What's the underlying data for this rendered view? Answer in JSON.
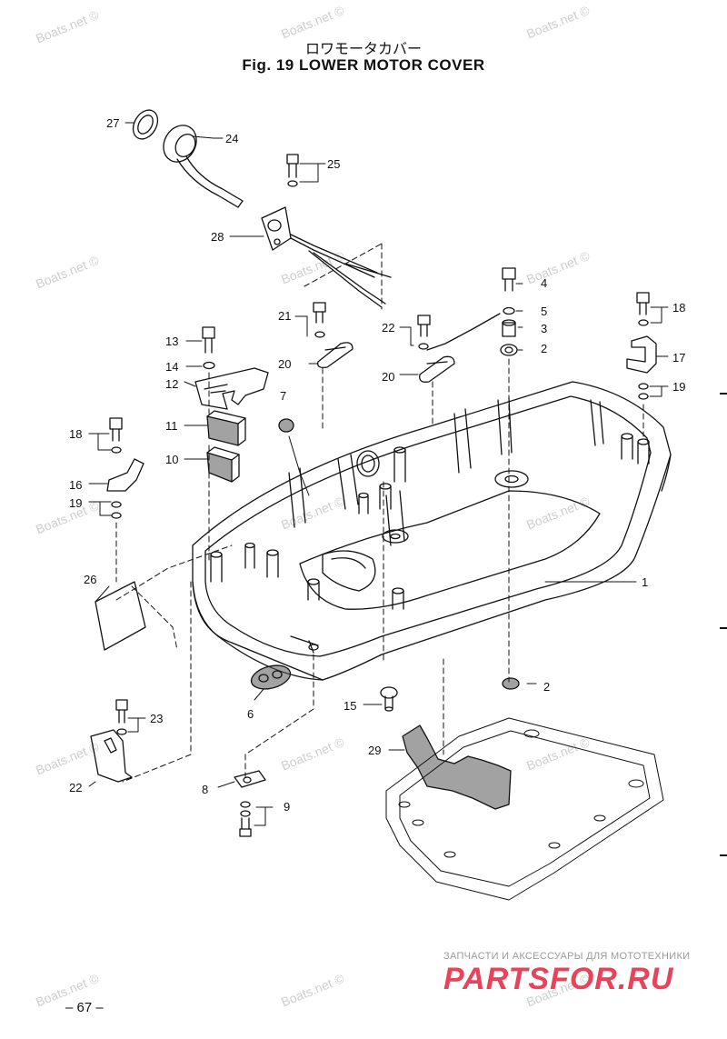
{
  "header": {
    "title_jp": "ロワモータカバー",
    "title_en": "Fig. 19   LOWER MOTOR COVER"
  },
  "watermark": {
    "text": "Boats.net ©"
  },
  "callouts": {
    "c1": "1",
    "c2a": "2",
    "c2b": "2",
    "c3": "3",
    "c4": "4",
    "c5": "5",
    "c6": "6",
    "c7": "7",
    "c8": "8",
    "c9": "9",
    "c10": "10",
    "c11": "11",
    "c12": "12",
    "c13": "13",
    "c14": "14",
    "c15": "15",
    "c16": "16",
    "c17": "17",
    "c18a": "18",
    "c18b": "18",
    "c19a": "19",
    "c19b": "19",
    "c20a": "20",
    "c20b": "20",
    "c21": "21",
    "c22a": "22",
    "c22b": "22",
    "c23": "23",
    "c24": "24",
    "c25": "25",
    "c26": "26",
    "c27": "27",
    "c28": "28",
    "c29": "29"
  },
  "footer": {
    "tagline": "ЗАПЧАСТИ И АКСЕССУАРЫ ДЛЯ МОТОТЕХНИКИ",
    "brand": "PARTSFOR.RU",
    "page_number": "– 67 –"
  },
  "colors": {
    "line": "#111111",
    "watermark": "#c9c9c9",
    "brand": "#e8435a"
  }
}
